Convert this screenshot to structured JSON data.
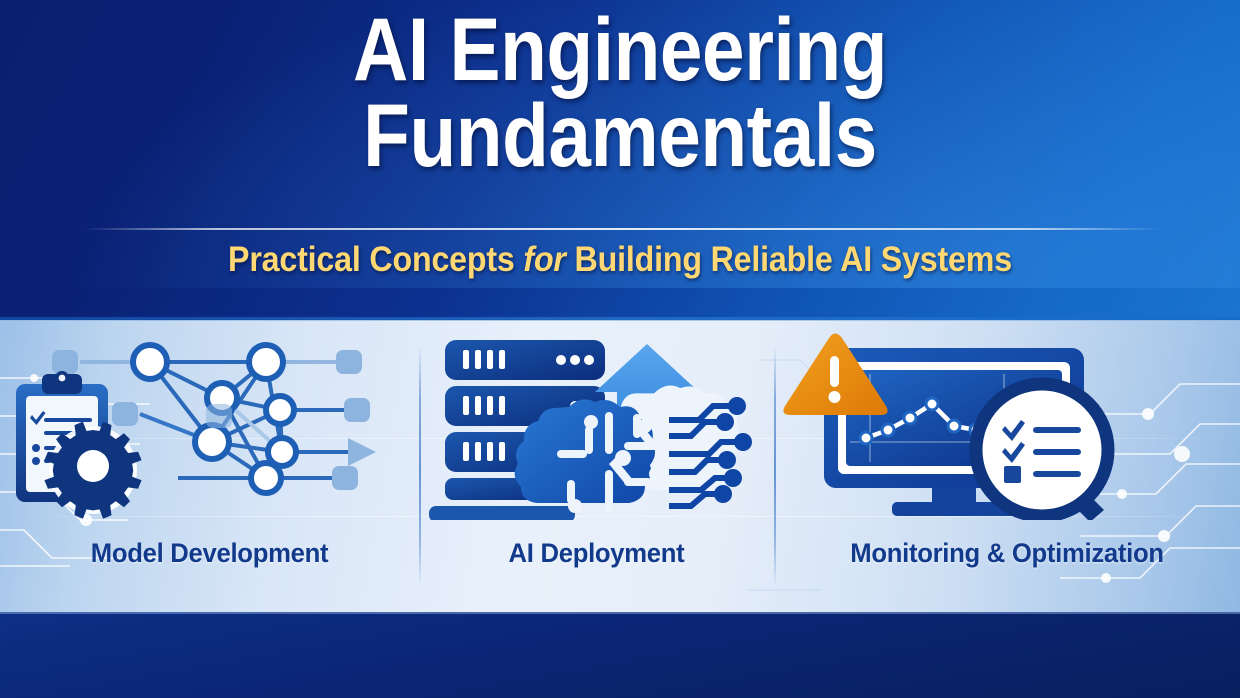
{
  "header": {
    "title": "AI Engineering\nFundamentals",
    "subtitle_part1": "Practical Concepts ",
    "subtitle_italic": "for",
    "subtitle_part2": " Building Reliable AI Systems",
    "subtitle_full": "Practical Concepts for Building Reliable AI Systems"
  },
  "columns": [
    {
      "label": "Model Development",
      "icons": [
        "neural-network-icon",
        "clipboard-checklist-icon",
        "gear-icon"
      ]
    },
    {
      "label": "AI Deployment",
      "icons": [
        "server-rack-icon",
        "ai-brain-circuit-icon",
        "upload-arrow-icon",
        "circuit-trace-icon"
      ]
    },
    {
      "label": "Monitoring & Optimization",
      "icons": [
        "warning-triangle-icon",
        "monitor-line-chart-icon",
        "magnifier-checklist-icon"
      ]
    }
  ],
  "colors": {
    "header_dark": "#0a1f6e",
    "header_light": "#1a74d0",
    "subtitle_gold": "#ffd873",
    "label_navy": "#123a8c",
    "panel_light": "#e8f0fb",
    "accent_orange": "#e8890c",
    "icon_blue_dark": "#10357f",
    "icon_blue_mid": "#1d5fb5",
    "icon_blue_light": "#3d8ee0",
    "footer_navy": "#08205e"
  }
}
